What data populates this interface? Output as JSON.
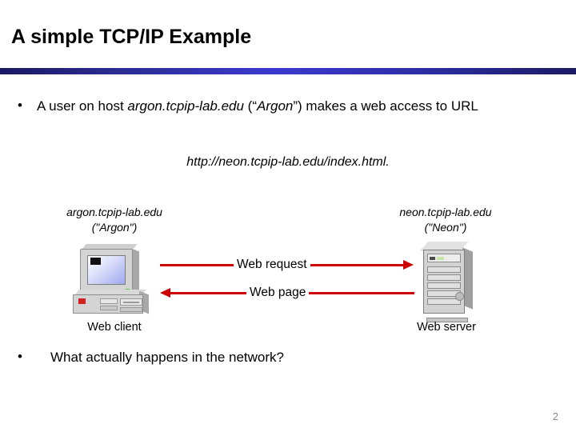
{
  "slide": {
    "title": "A simple TCP/IP Example",
    "page_number": "2",
    "accent_color": "#3a3ad0",
    "arrow_color": "#cc0000"
  },
  "bullets": [
    {
      "marker": "•",
      "text_before": "A user on host ",
      "emphasis_host": "argon.tcpip-lab.edu",
      "text_middle": " (“",
      "emphasis_name": "Argon",
      "text_after": "”) makes a web access to URL"
    },
    {
      "marker": "•",
      "text": "What actually happens in the network?"
    }
  ],
  "url_line": {
    "text": "http://neon.tcpip-lab.edu/index.html."
  },
  "diagram": {
    "client": {
      "host_name": "argon.tcpip-lab.edu",
      "host_alias": "(\"Argon\")",
      "caption": "Web client",
      "icon": "desktop-computer-icon"
    },
    "server": {
      "host_name": "neon.tcpip-lab.edu",
      "host_alias": "(\"Neon\")",
      "caption": "Web server",
      "icon": "server-tower-icon"
    },
    "arrows": [
      {
        "label": "Web request",
        "direction": "right"
      },
      {
        "label": "Web page",
        "direction": "left"
      }
    ]
  }
}
